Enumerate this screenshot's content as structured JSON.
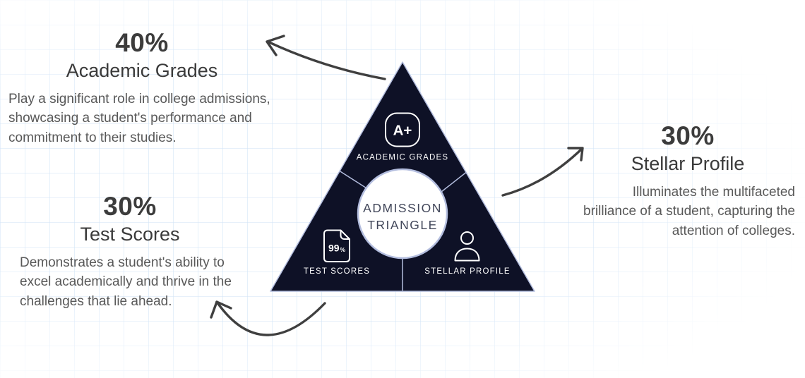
{
  "colors": {
    "triangle_fill": "#0e1126",
    "light_outline": "#b3bdde",
    "heading_text": "#3c3c3c",
    "body_text": "#585858",
    "arrow": "#3f3f3f",
    "grid_line": "#cfe2f6",
    "label_text": "#ffffff",
    "center_text": "#42475a"
  },
  "triangle": {
    "center_title_line1": "ADMISSION",
    "center_title_line2": "TRIANGLE",
    "academic": {
      "icon_text": "A+",
      "label": "ACADEMIC GRADES"
    },
    "test": {
      "icon_value": "99",
      "icon_percent": "%",
      "label": "TEST SCORES"
    },
    "stellar": {
      "label": "STELLAR PROFILE"
    }
  },
  "callouts": {
    "academic": {
      "percent": "40%",
      "title": "Academic Grades",
      "description": "Play a significant role in college admissions, showcasing a student's performance and commitment to their studies."
    },
    "test": {
      "percent": "30%",
      "title": "Test Scores",
      "description": "Demonstrates a student's ability to excel academically and thrive in the challenges that lie ahead."
    },
    "stellar": {
      "percent": "30%",
      "title": "Stellar Profile",
      "description": "Illuminates the multifaceted brilliance of a student, capturing the attention of colleges."
    }
  }
}
